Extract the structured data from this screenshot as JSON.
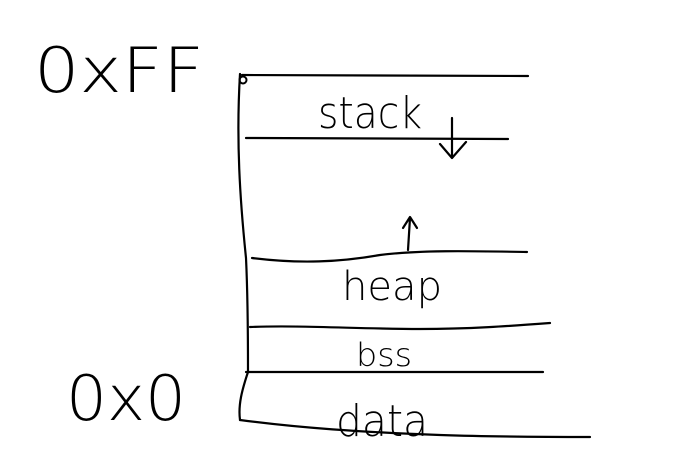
{
  "diagram": {
    "addresses": {
      "top": "0xFF",
      "bottom": "0x0"
    },
    "segments": {
      "stack": "stack",
      "heap": "heap",
      "bss": "bss",
      "data": "data"
    },
    "arrows": {
      "stack_direction": "down",
      "heap_direction": "up"
    },
    "colors": {
      "ink": "#000000",
      "background": "#ffffff"
    }
  }
}
